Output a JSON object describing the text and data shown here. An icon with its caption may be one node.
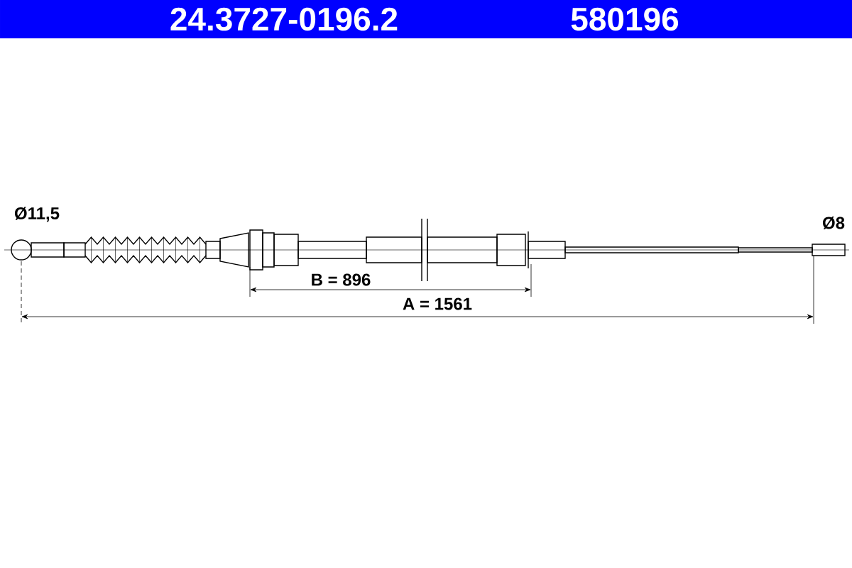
{
  "diagram": {
    "nodes": [
      {
        "text": [
          "24.3727-0196.2",
          "580196"
        ]
      }
    ],
    "labels": [
      "Ø11,5",
      "Ø8",
      "B = 896",
      "A = 1561"
    ]
  }
}
